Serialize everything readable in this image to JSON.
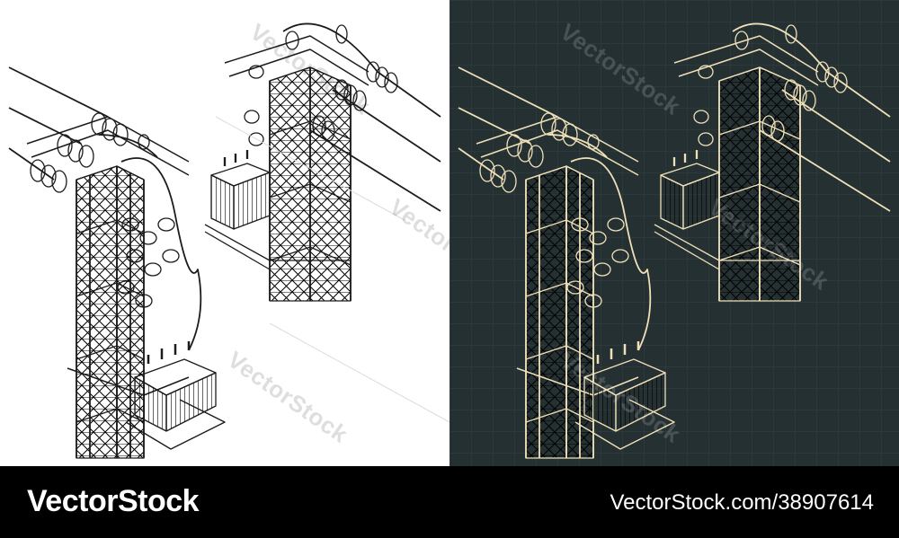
{
  "watermark": "VectorStock",
  "footer": {
    "brand": "VectorStock",
    "image_id": "VectorStock.com/38907614"
  },
  "colors": {
    "light_bg": "#ffffff",
    "light_stroke": "#1c1c1c",
    "dark_bg": "#253033",
    "dark_grid": "#33403f",
    "dark_stroke": "#efe0b8",
    "footer_bg": "#000000",
    "footer_text": "#ffffff"
  },
  "panels": [
    {
      "id": "light",
      "style": "black line drawing on white"
    },
    {
      "id": "dark",
      "style": "cream blueprint lines on dark slate grid"
    }
  ]
}
